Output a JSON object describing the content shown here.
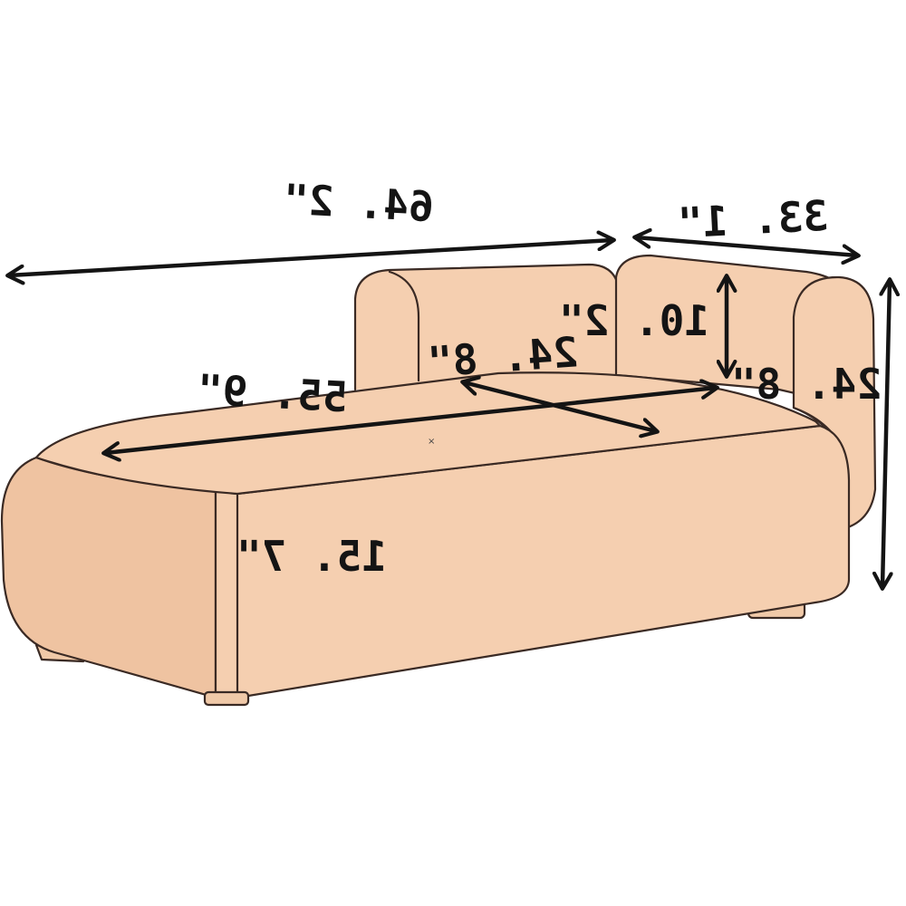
{
  "diagram": {
    "dimensions": {
      "overall_length": "64. 2\"",
      "side_depth": "33. 1\"",
      "back_cushion_height": "10. 2\"",
      "overall_height": "24. 8\"",
      "seat_diagonal": "24. 8\"",
      "seat_length": "55. 9\"",
      "seat_height": "15. 7\""
    },
    "center_mark": "×",
    "colors": {
      "upholstery": "#f5cfb0",
      "upholstery_shadow": "#efc3a1",
      "outline": "#3a2a24",
      "dimension": "#141414"
    }
  }
}
